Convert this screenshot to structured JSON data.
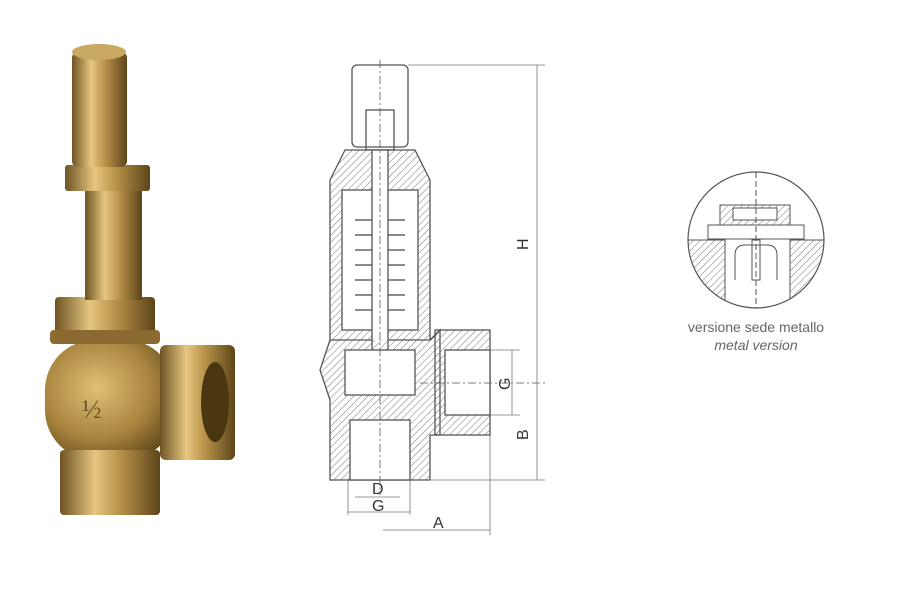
{
  "photo": {
    "marking": "½"
  },
  "drawing": {
    "dimension_labels": {
      "H": "H",
      "G_side": "G",
      "B": "B",
      "D": "D",
      "G_bottom": "G",
      "A": "A"
    }
  },
  "detail": {
    "caption_it": "versione sede metallo",
    "caption_en": "metal version"
  },
  "colors": {
    "brass": "#b8924a",
    "line": "#555555",
    "caption": "#666666"
  }
}
